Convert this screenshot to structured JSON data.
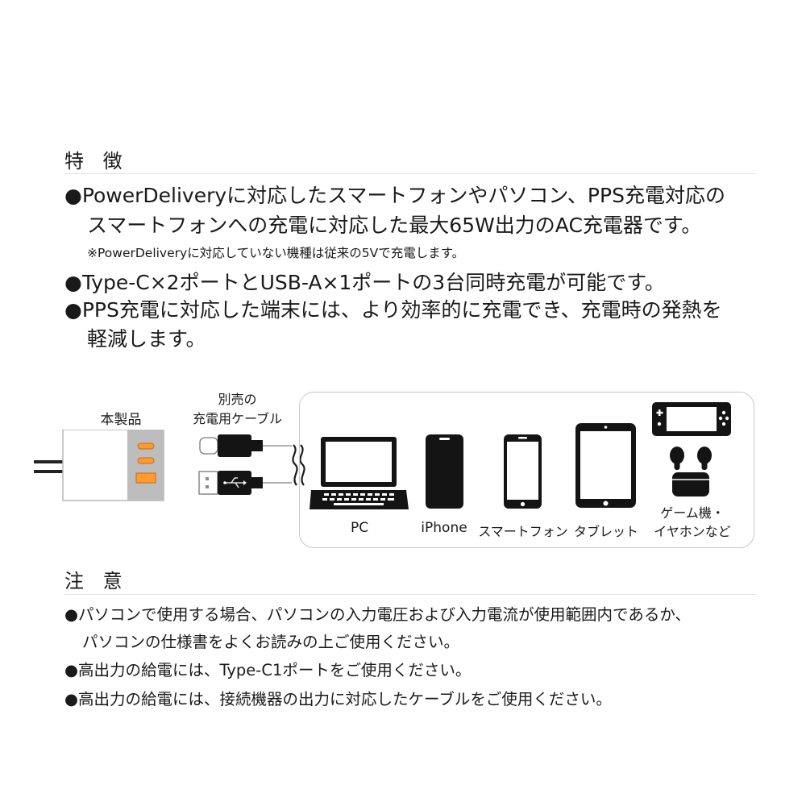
{
  "features": {
    "heading": "特 徴",
    "items": [
      {
        "lines": [
          "●PowerDeliveryに対応したスマートフォンやパソコン、PPS充電対応の",
          "スマートフォンへの充電に対応した最大65W出力のAC充電器です。"
        ]
      },
      {
        "lines": [
          "※PowerDeliveryに対応していない機種は従来の5Vで充電します。"
        ]
      },
      {
        "lines": [
          "●Type-C×2ポートとUSB-A×1ポートの3台同時充電が可能です。"
        ]
      },
      {
        "lines": [
          "●PPS充電に対応した端末には、より効率的に充電でき、充電時の発熱を",
          "軽減します。"
        ]
      }
    ]
  },
  "diagram": {
    "product_label": "本製品",
    "cable_label": [
      "別売の",
      "充電用ケーブル"
    ],
    "devices": [
      {
        "label": "PC",
        "icon": "laptop-icon"
      },
      {
        "label": "iPhone",
        "icon": "iphone-icon"
      },
      {
        "label": "スマートフォン",
        "icon": "smartphone-icon"
      },
      {
        "label": "タブレット",
        "icon": "tablet-icon"
      },
      {
        "label": [
          "ゲーム機・",
          "イヤホンなど"
        ],
        "icon": "game-console-icon"
      }
    ],
    "colors": {
      "port_orange": "#ff9a2e",
      "charger_gray": "#bdbdbd"
    }
  },
  "cautions": {
    "heading": "注 意",
    "items": [
      {
        "lines": [
          "●パソコンで使用する場合、パソコンの入力電圧および入力電流が使用範囲内であるか、",
          "パソコンの仕様書をよくお読みの上ご使用ください。"
        ]
      },
      {
        "lines": [
          "●高出力の給電には、Type-C1ポートをご使用ください。"
        ]
      },
      {
        "lines": [
          "●高出力の給電には、接続機器の出力に対応したケーブルをご使用ください。"
        ]
      }
    ]
  }
}
